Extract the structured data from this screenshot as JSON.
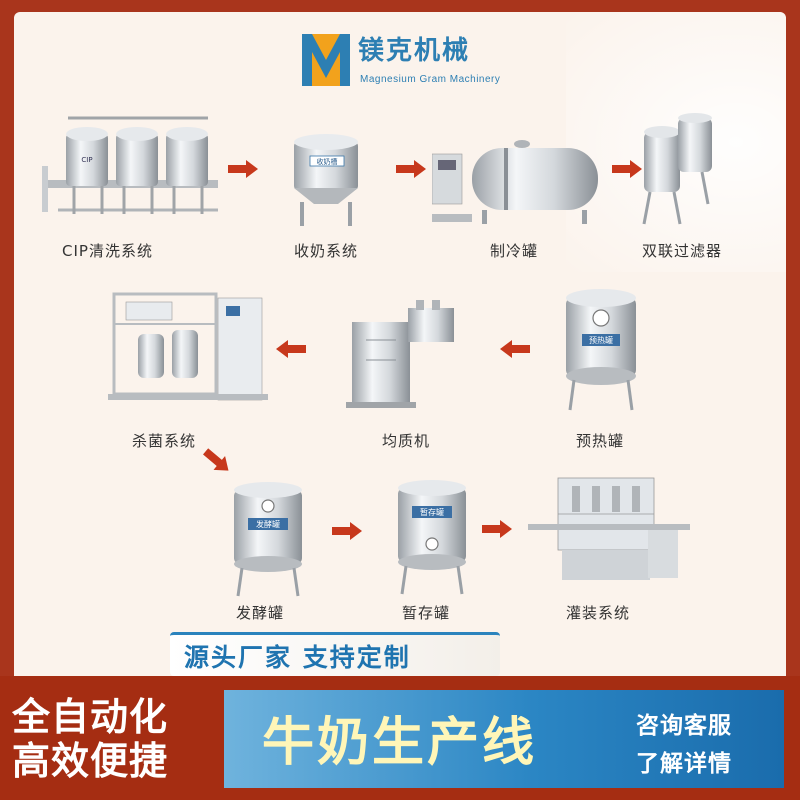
{
  "brand": {
    "logo_letter": "M",
    "name": "镁克机械",
    "subtitle": "Magnesium Gram Machinery",
    "colors": {
      "primary": "#2d7fb3",
      "logo_orange": "#f2a21c"
    }
  },
  "flow": {
    "arrow_color": "#c7381c",
    "steps": [
      {
        "label": "CIP清洗系统",
        "tank_text": "CIP"
      },
      {
        "label": "收奶系统",
        "tank_text": "收奶槽"
      },
      {
        "label": "制冷罐"
      },
      {
        "label": "双联过滤器"
      },
      {
        "label": "预热罐",
        "tank_text": "预热罐"
      },
      {
        "label": "均质机"
      },
      {
        "label": "杀菌系统"
      },
      {
        "label": "发酵罐",
        "tank_text": "发酵罐"
      },
      {
        "label": "暂存罐",
        "tank_text": "暂存罐"
      },
      {
        "label": "灌装系统"
      }
    ]
  },
  "banner": {
    "slogan": "源头厂家  支持定制",
    "left_line1": "全自动化",
    "left_line2": "高效便捷",
    "title": "牛奶生产线",
    "cta_line1": "咨询客服",
    "cta_line2": "了解详情",
    "colors": {
      "red": "#a52d12",
      "blue": "#2b86c4",
      "title_yellow": "#fff6b8"
    }
  }
}
